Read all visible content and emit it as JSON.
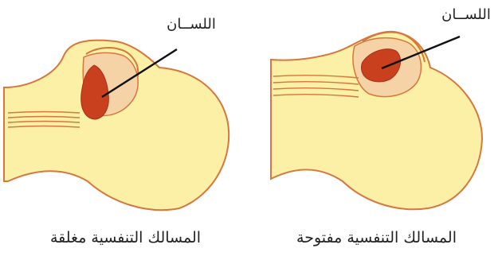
{
  "colors": {
    "skin": "#FCEFA6",
    "outline": "#D6773E",
    "tongue": "#C8401E",
    "palate": "#F6D3A6",
    "line": "#111111"
  },
  "left_figure": {
    "tongue_label": "اللســان",
    "caption": "المسالك التنفسية مغلقة"
  },
  "right_figure": {
    "tongue_label": "اللســان",
    "caption": "المسالك التنفسية مفتوحة"
  }
}
